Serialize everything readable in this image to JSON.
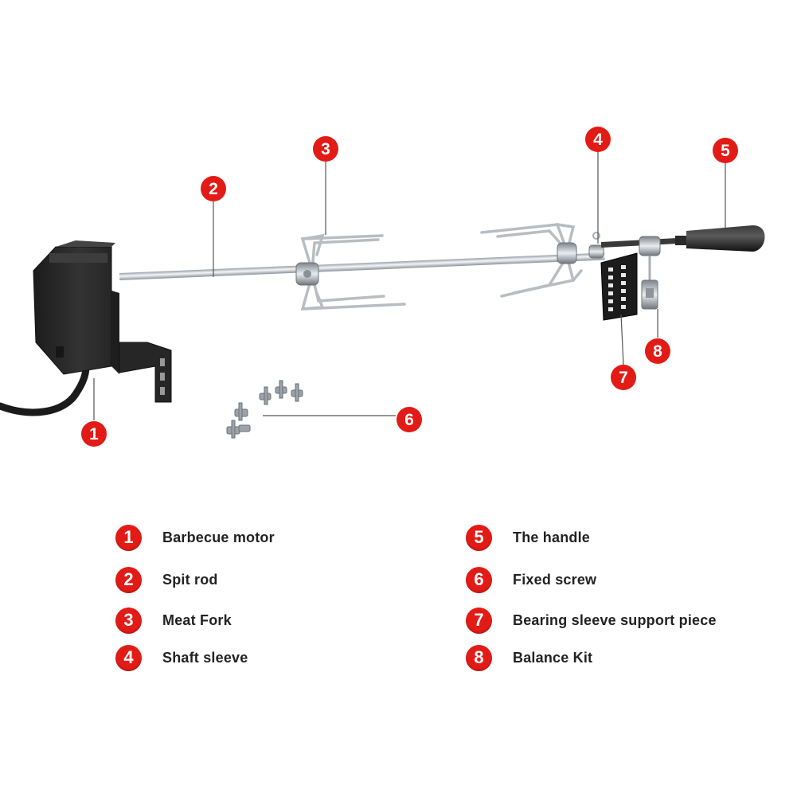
{
  "colors": {
    "badge": "#e31b16",
    "leader_line": "#555555",
    "text": "#222222",
    "motor_body": "#2b2b2b",
    "metal": "#c8ccd0",
    "handle": "#1f1f1f"
  },
  "callouts": [
    {
      "number": "1",
      "part": "Barbecue motor"
    },
    {
      "number": "2",
      "part": "Spit rod"
    },
    {
      "number": "3",
      "part": "Meat Fork"
    },
    {
      "number": "4",
      "part": "Shaft sleeve"
    },
    {
      "number": "5",
      "part": "The handle"
    },
    {
      "number": "6",
      "part": "Fixed screw"
    },
    {
      "number": "7",
      "part": "Bearing sleeve support piece"
    },
    {
      "number": "8",
      "part": "Balance Kit"
    }
  ],
  "legend": [
    {
      "number": "1",
      "label": "Barbecue motor"
    },
    {
      "number": "2",
      "label": "Spit rod"
    },
    {
      "number": "3",
      "label": "Meat Fork"
    },
    {
      "number": "4",
      "label": "Shaft sleeve"
    },
    {
      "number": "5",
      "label": "The handle"
    },
    {
      "number": "6",
      "label": "Fixed screw"
    },
    {
      "number": "7",
      "label": "Bearing sleeve support piece"
    },
    {
      "number": "8",
      "label": "Balance Kit"
    }
  ]
}
